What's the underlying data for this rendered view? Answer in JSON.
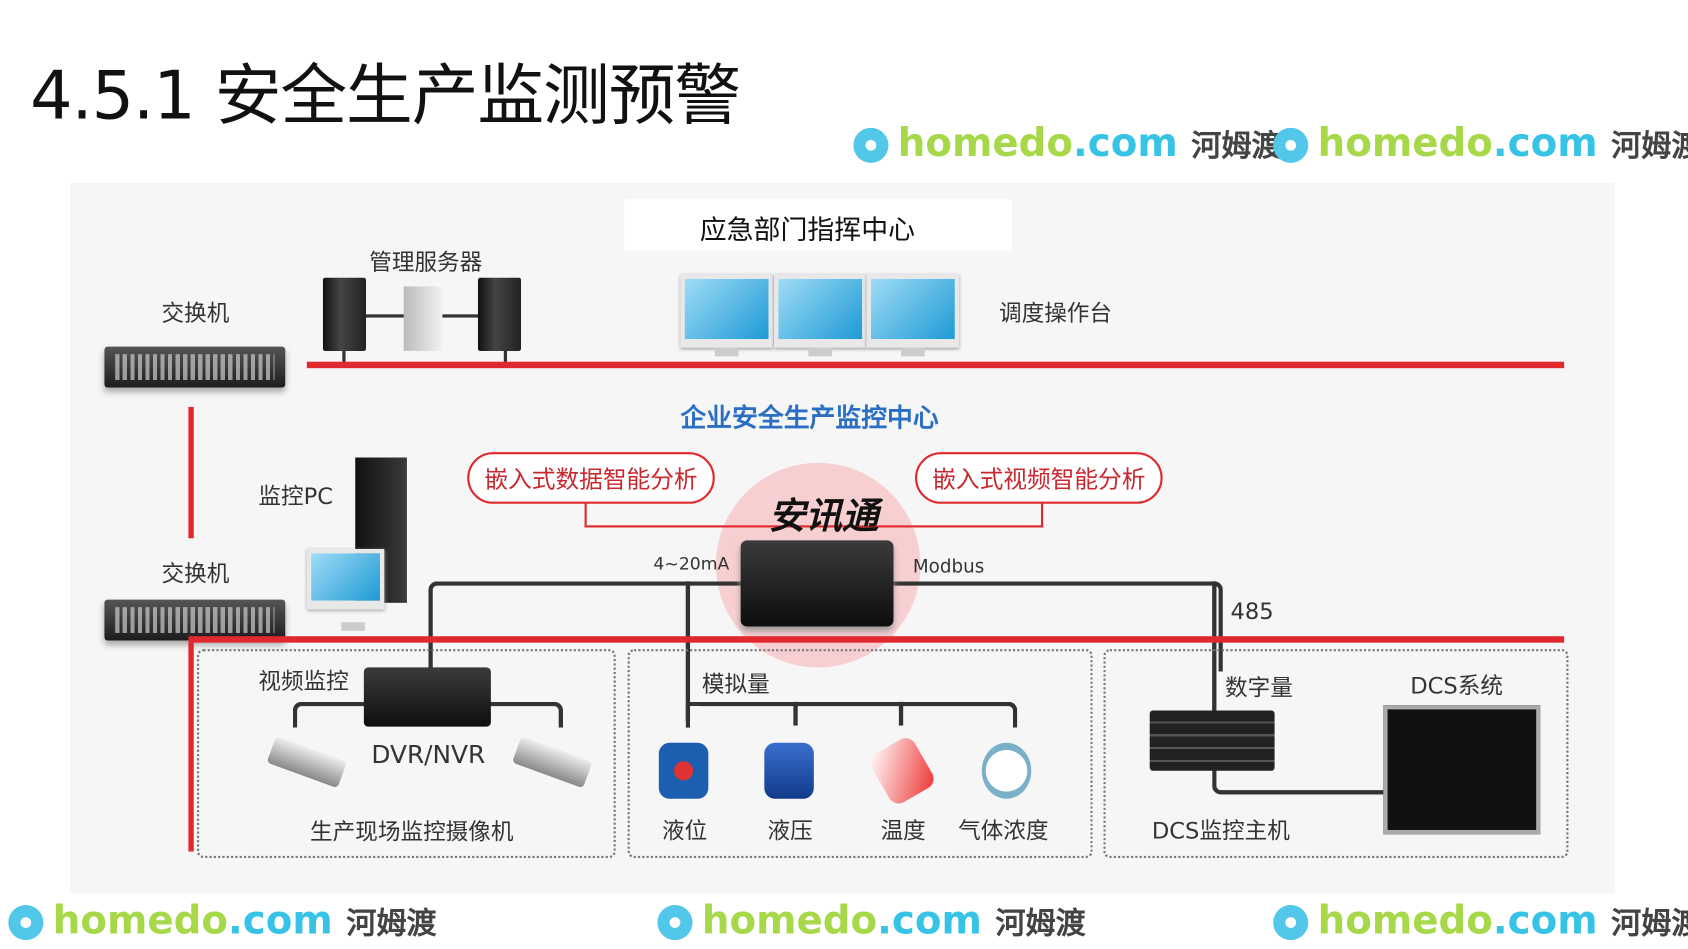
{
  "title": "4.5.1 安全生产监测预警",
  "diagram": {
    "emergency_center": "应急部门指挥中心",
    "management_server": "管理服务器",
    "switch_top": "交换机",
    "dispatch_console": "调度操作台",
    "enterprise_center": "企业安全生产监控中心",
    "data_analysis": "嵌入式数据智能分析",
    "video_analysis": "嵌入式视频智能分析",
    "monitor_pc": "监控PC",
    "switch_bottom": "交换机",
    "brand_logo": "安讯通",
    "signal_analog": "4~20mA",
    "signal_modbus": "Modbus",
    "signal_485": "485",
    "video_section": {
      "label": "视频监控",
      "recorder": "DVR/NVR",
      "cameras": "生产现场监控摄像机"
    },
    "analog_section": {
      "label": "模拟量",
      "sensors": [
        "液位",
        "液压",
        "温度",
        "气体浓度"
      ]
    },
    "digital_section": {
      "label": "数字量",
      "dcs_system": "DCS系统",
      "dcs_host": "DCS监控主机"
    }
  },
  "watermark": {
    "site": "homedo",
    "domain": ".com",
    "cn": "河姆渡"
  },
  "colors": {
    "accent_red": "#e0282e",
    "title_blue": "#2a6fc4"
  }
}
